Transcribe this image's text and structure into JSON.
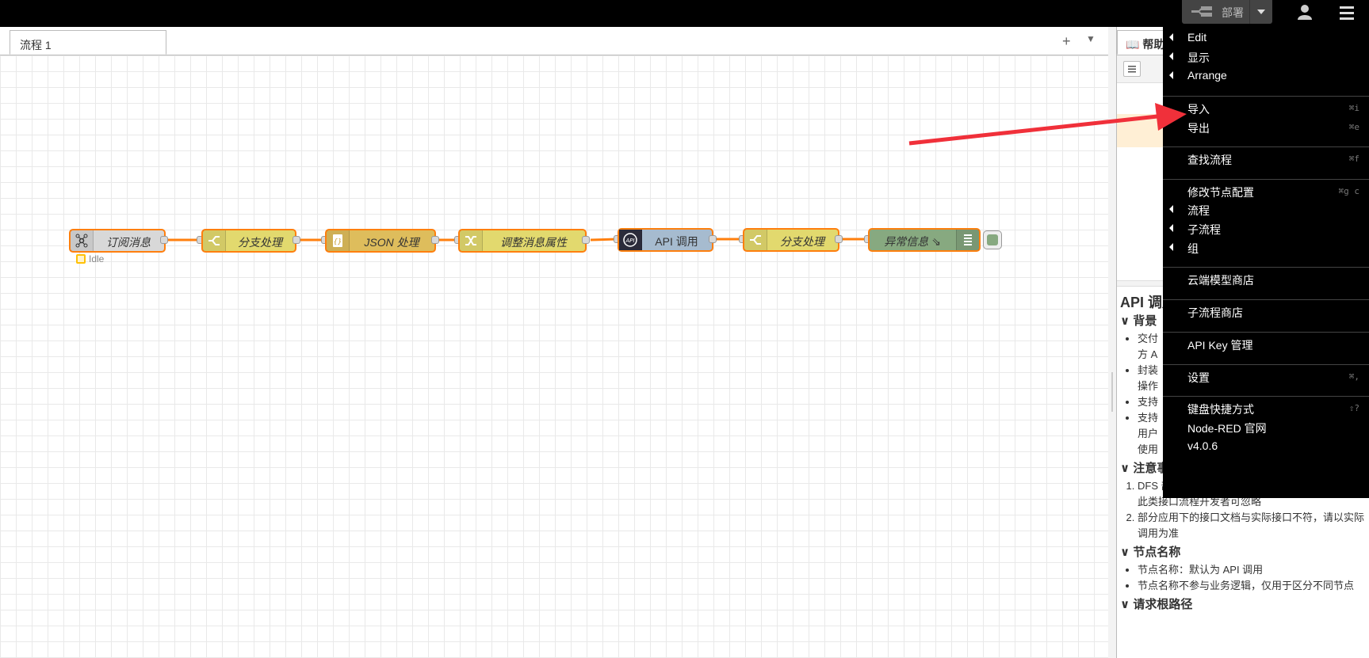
{
  "header": {
    "deploy_label": "部署"
  },
  "workspace": {
    "tab_label": "流程 1",
    "add_tab": "+",
    "tab_menu": "▼"
  },
  "nodes": [
    {
      "label": "订阅消息",
      "icon": "network-icon",
      "color": "#d8d8d8"
    },
    {
      "label": "分支处理",
      "icon": "switch-icon",
      "color": "#e2d96e"
    },
    {
      "label": "JSON 处理",
      "icon": "json-icon",
      "color": "#debd5c"
    },
    {
      "label": "调整消息属性",
      "icon": "shuffle-icon",
      "color": "#e2d96e"
    },
    {
      "label": "API 调用",
      "icon": "api-icon",
      "color": "#a6bbcf"
    },
    {
      "label": "分支处理",
      "icon": "switch-icon",
      "color": "#e2d96e"
    },
    {
      "label": "异常信息",
      "icon": "debug-icon",
      "color": "#87a980"
    }
  ],
  "status": {
    "text": "Idle"
  },
  "sidebar": {
    "tab_label": "帮助",
    "title": "API 调用",
    "sections": {
      "background": "背景",
      "background_items": [
        "交付",
        "方 A",
        "封装",
        "操作",
        "支持",
        "支持",
        "用户",
        "使用"
      ],
      "notes": "注意事项",
      "notes_items": [
        "DFS 部分接口为 KAFKA、WS 定义，不是 API，此类接口流程开发者可忽略",
        "部分应用下的接口文档与实际接口不符，请以实际调用为准"
      ],
      "node_name": "节点名称",
      "node_name_items": [
        "节点名称：默认为 API 调用",
        "节点名称不参与业务逻辑，仅用于区分不同节点"
      ],
      "request_root": "请求根路径"
    }
  },
  "menu": {
    "items": [
      {
        "label": "Edit",
        "submenu": true
      },
      {
        "label": "显示",
        "submenu": true
      },
      {
        "label": "Arrange",
        "submenu": true
      },
      {
        "label": "导入",
        "shortcut": "⌘i"
      },
      {
        "label": "导出",
        "shortcut": "⌘e"
      },
      {
        "label": "查找流程",
        "shortcut": "⌘f"
      },
      {
        "label": "修改节点配置",
        "shortcut": "⌘g c"
      },
      {
        "label": "流程",
        "submenu": true
      },
      {
        "label": "子流程",
        "submenu": true
      },
      {
        "label": "组",
        "submenu": true
      },
      {
        "label": "云端模型商店"
      },
      {
        "label": "子流程商店"
      },
      {
        "label": "API Key 管理"
      },
      {
        "label": "设置",
        "shortcut": "⌘,"
      },
      {
        "label": "键盘快捷方式",
        "shortcut": "⇧?"
      },
      {
        "label": "Node-RED 官网"
      },
      {
        "label": "v4.0.6"
      }
    ]
  },
  "colors": {
    "accent_arrow": "#f0303a",
    "wire": "#ff7f0e"
  }
}
